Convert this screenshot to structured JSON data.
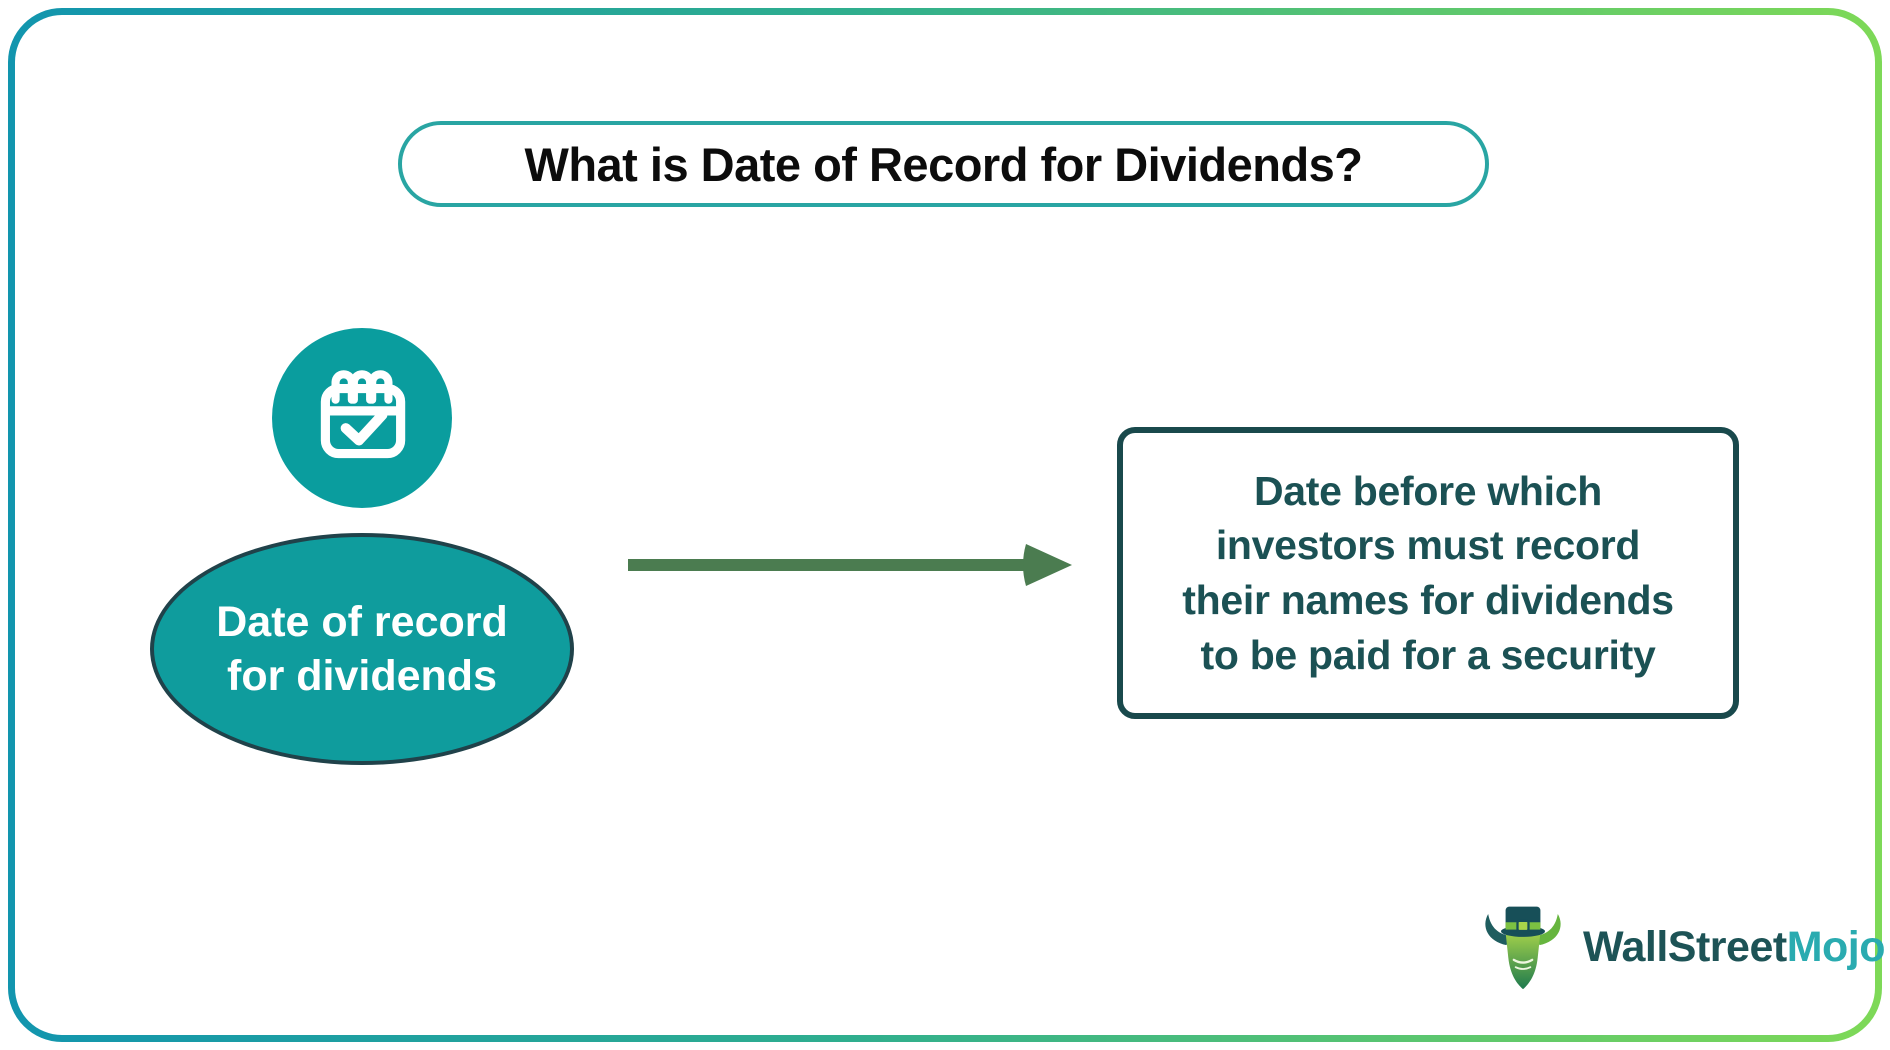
{
  "page": {
    "background": "#ffffff",
    "frame_gradient_left": "#1295ae",
    "frame_gradient_right": "#7ed957"
  },
  "title": {
    "text": "What is Date of Record for Dividends?",
    "border_color": "#29a5a3",
    "text_color": "#0c0c0c"
  },
  "diagram": {
    "icon_circle": {
      "icon": "calendar-check-icon",
      "fill": "#0a9d9e",
      "glyph_color": "#ffffff"
    },
    "ellipse": {
      "line1": "Date of record",
      "line2": "for dividends",
      "fill": "#0f9c9d",
      "border_color": "#20424a",
      "text_color": "#ffffff"
    },
    "arrow": {
      "direction": "right",
      "color": "#4b7c50"
    },
    "definition_box": {
      "lines": [
        "Date before which",
        "investors must record",
        "their names for dividends",
        "to be paid for a security"
      ],
      "border_color": "#19494c",
      "text_color": "#1b5154"
    }
  },
  "footer": {
    "logo": "bull-mascot-icon",
    "brand_part1": "WallStreet",
    "brand_part2": "Mojo",
    "brand_color1": "#1d5356",
    "brand_color2": "#2aabb0"
  }
}
